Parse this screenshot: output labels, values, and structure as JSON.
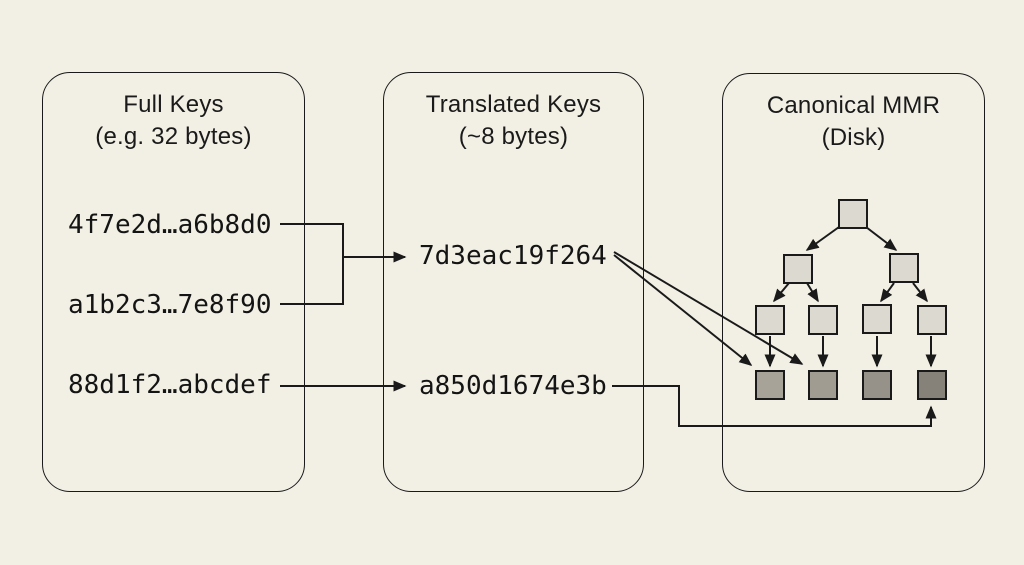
{
  "panels": {
    "full_keys": {
      "title": "Full Keys",
      "subtitle": "(e.g. 32 bytes)",
      "keys": [
        "4f7e2d…a6b8d0",
        "a1b2c3…7e8f90",
        "88d1f2…abcdef"
      ]
    },
    "translated_keys": {
      "title": "Translated Keys",
      "subtitle": "(~8 bytes)",
      "keys": [
        "7d3eac19f264",
        "a850d1674e3b"
      ]
    },
    "canonical_mmr": {
      "title": "Canonical MMR",
      "subtitle": "(Disk)"
    }
  },
  "mmr_tree": {
    "levels": 3,
    "node_fill": "#dcd9d0",
    "leaf_fills": [
      "#a7a399",
      "#a09c92",
      "#96928a",
      "#86827a"
    ]
  },
  "colors": {
    "background": "#f2f0e5",
    "stroke": "#1a1a1a",
    "text": "#1a1a1a"
  }
}
